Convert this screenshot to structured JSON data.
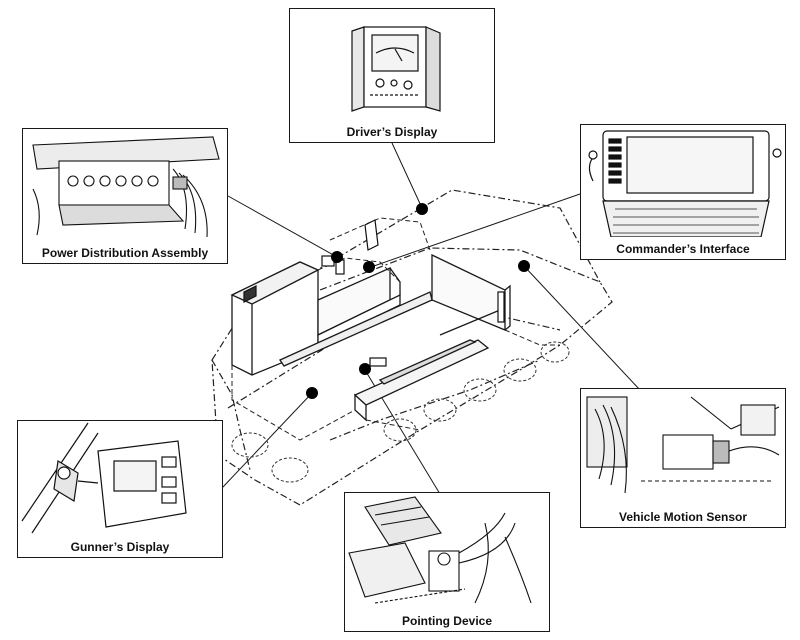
{
  "callouts": {
    "driver": {
      "caption": "Driver’s Display"
    },
    "power": {
      "caption": "Power Distribution Assembly"
    },
    "commander": {
      "caption": "Commander’s Interface"
    },
    "gunner": {
      "caption": "Gunner’s Display"
    },
    "vms": {
      "caption": "Vehicle Motion Sensor"
    },
    "pointing": {
      "caption": "Pointing Device"
    }
  },
  "colors": {
    "ink": "#111111",
    "line": "#1a1a1a",
    "background": "#ffffff",
    "marker": "#000000"
  }
}
